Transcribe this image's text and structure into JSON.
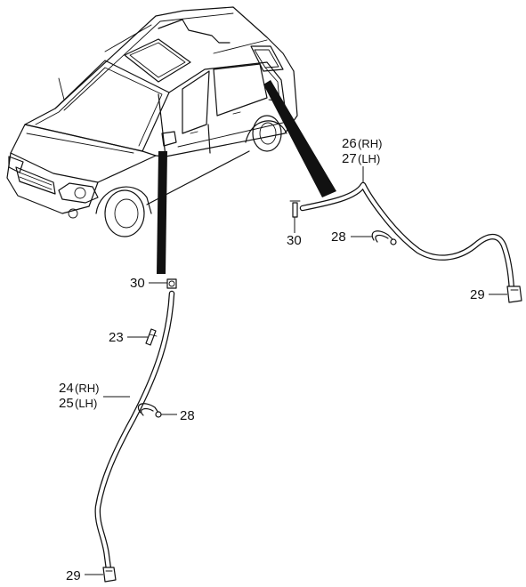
{
  "callouts": {
    "hose_rear": {
      "number_top": "26",
      "side_top": "(RH)",
      "number_bottom": "27",
      "side_bottom": "(LH)"
    },
    "clip_rear": "30",
    "clamp_rear": "28",
    "nozzle_rear": "29",
    "clip_front": "30",
    "connector": "23",
    "hose_front": {
      "number_top": "24",
      "side_top": "(RH)",
      "number_bottom": "25",
      "side_bottom": "(LH)"
    },
    "clamp_front": "28",
    "nozzle_front": "29"
  }
}
